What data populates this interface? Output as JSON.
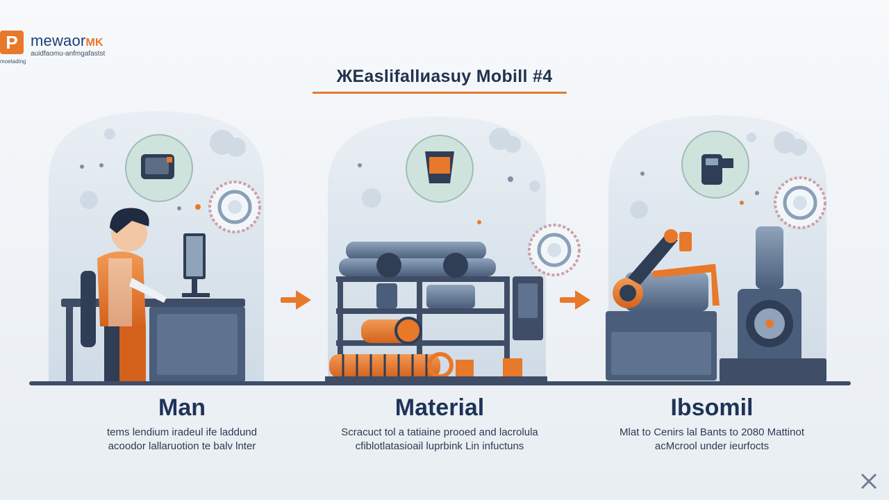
{
  "brand": {
    "logo_letter": "P",
    "name": "mewaor",
    "name_accent": "MK",
    "tagline": "auidfaomu-anfmgafastst",
    "sub": "moetading"
  },
  "title": "ЖEaslifallиasuy Mobill #4",
  "panels": [
    {
      "heading": "Man",
      "line1": "tems lendium iradeul ife laddund",
      "line2": "acoodor lallaruotion te balv lnter"
    },
    {
      "heading": "Material",
      "line1": "Scracuct tol a tatiaine prooed and lacrolula",
      "line2": "cfiblotlatasioail luprbink Lin infuctuns"
    },
    {
      "heading": "Ibsomil",
      "line1": "Mlat to Cenirs lal Bants to 2080 Mattinot",
      "line2": "acМcrool under ieurfocts"
    }
  ],
  "colors": {
    "accent": "#e8782a",
    "navy": "#1f3358",
    "steel": "#4a5d7a",
    "card": "#dde6ee"
  },
  "icons": [
    "monitor-icon",
    "cup-icon",
    "machine-icon",
    "gear-icon",
    "arrow-right-icon",
    "close-icon"
  ]
}
